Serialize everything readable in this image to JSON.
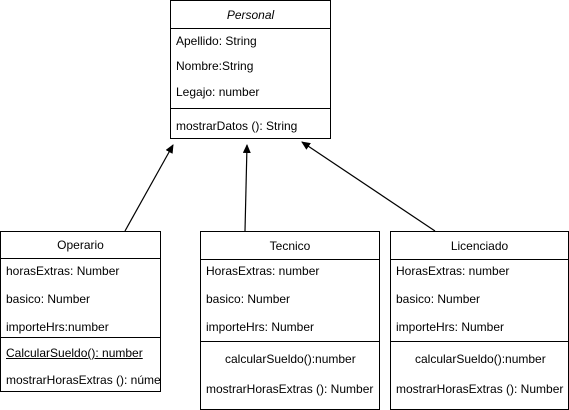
{
  "classes": {
    "personal": {
      "name": "Personal",
      "attributes": [
        "Apellido: String",
        "Nombre:String",
        "Legajo: number"
      ],
      "methods": [
        "mostrarDatos (): String"
      ]
    },
    "operario": {
      "name": "Operario",
      "attributes": [
        "horasExtras: Number",
        "basico: Number",
        "importeHrs:number"
      ],
      "methods": [
        "CalcularSueldo(): number",
        "mostrarHorasExtras (): númer"
      ]
    },
    "tecnico": {
      "name": "Tecnico",
      "attributes": [
        "HorasExtras: number",
        "basico: Number",
        "importeHrs: Number"
      ],
      "methods": [
        "calcularSueldo():number",
        "mostrarHorasExtras (): Number"
      ]
    },
    "licenciado": {
      "name": "Licenciado",
      "attributes": [
        "HorasExtras: number",
        "basico: Number",
        "importeHrs: Number"
      ],
      "methods": [
        "calcularSueldo():number",
        "mostrarHorasExtras (): Number"
      ]
    }
  },
  "relations": [
    {
      "from": "Operario",
      "to": "Personal",
      "type": "inheritance"
    },
    {
      "from": "Tecnico",
      "to": "Personal",
      "type": "inheritance"
    },
    {
      "from": "Licenciado",
      "to": "Personal",
      "type": "inheritance"
    }
  ]
}
